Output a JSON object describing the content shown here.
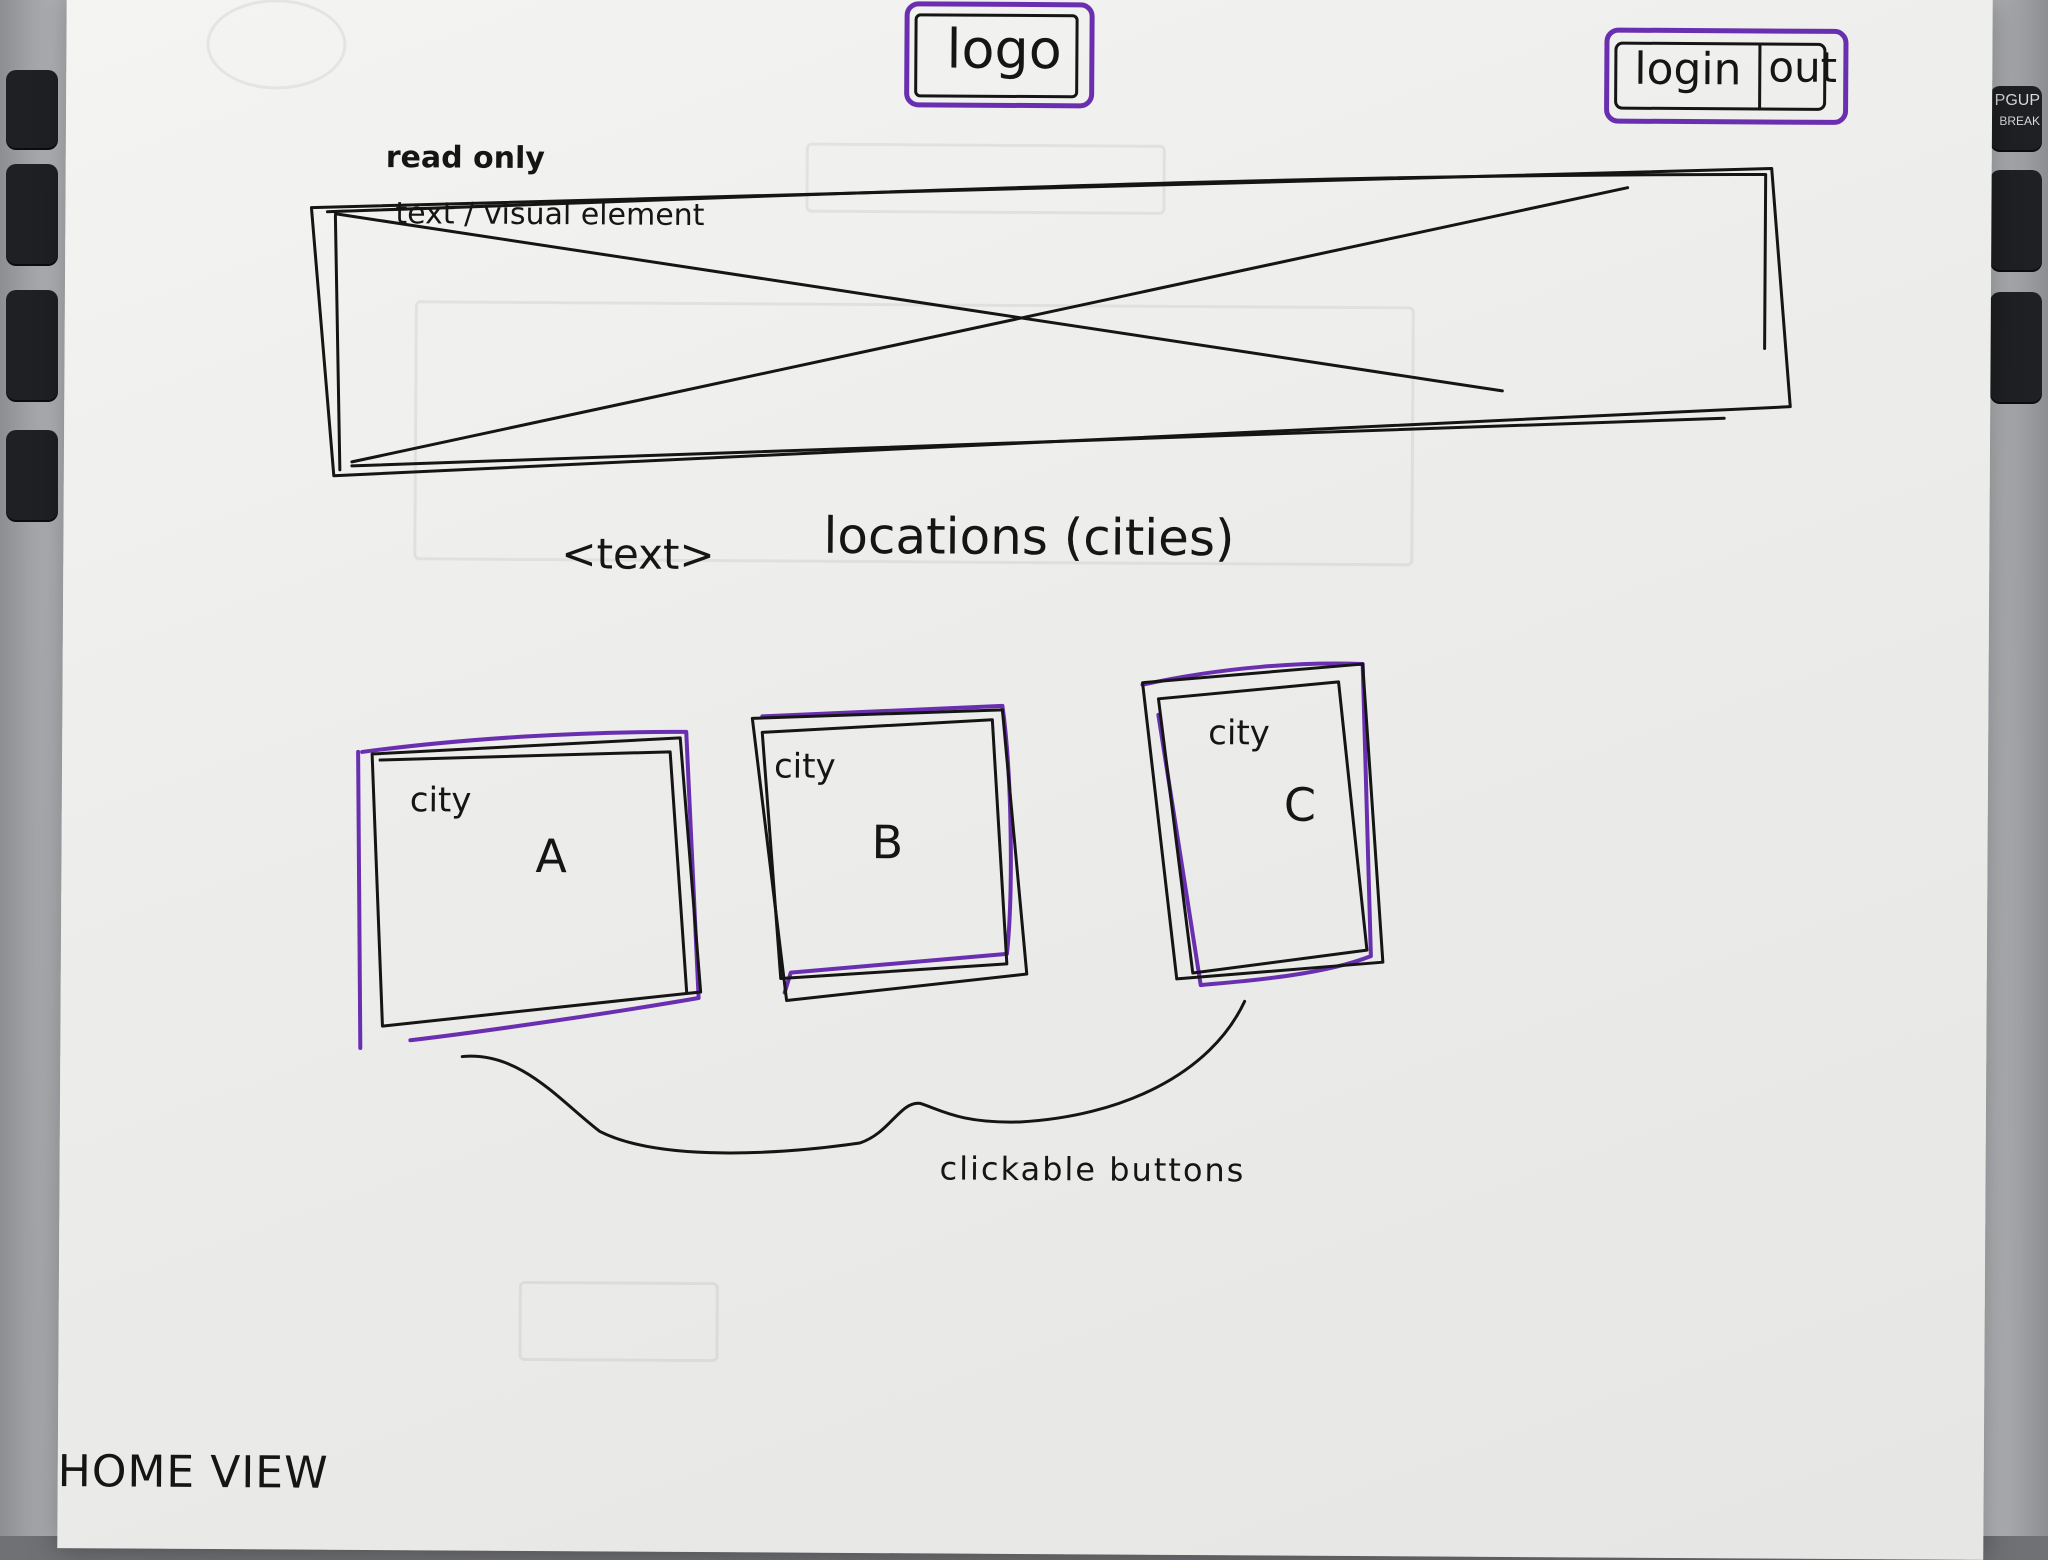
{
  "header": {
    "logo_label": "logo",
    "login_label": "login",
    "logout_label": "out"
  },
  "hero": {
    "note_line1": "read only",
    "note_line2": "text / visual element"
  },
  "section": {
    "text_tag": "<text>",
    "title": "locations (cities)"
  },
  "cards": [
    {
      "city_label": "city",
      "letter": "A"
    },
    {
      "city_label": "city",
      "letter": "B"
    },
    {
      "city_label": "city",
      "letter": "C"
    }
  ],
  "annotation": {
    "clickable": "clickable buttons"
  },
  "footer": {
    "view_name": "HOME VIEW"
  },
  "keyboard": {
    "right_key_label": "PGUP",
    "right_key_sub": "BREAK"
  },
  "colors": {
    "ink": "#151515",
    "purple_marker": "#6a2fb0",
    "paper": "#f0f0ee"
  }
}
